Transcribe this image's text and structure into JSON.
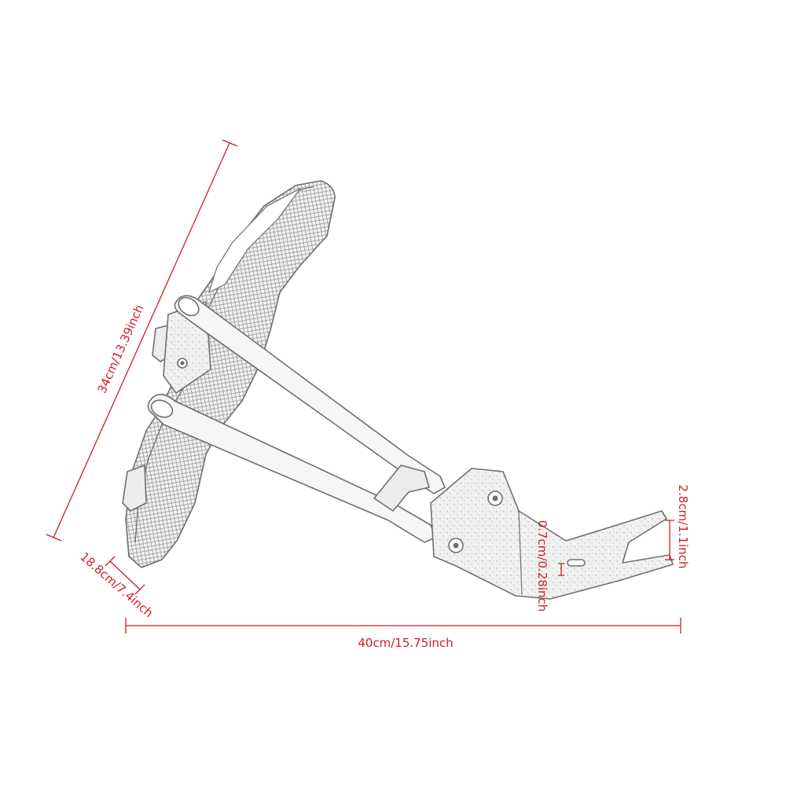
{
  "dimensions": {
    "height": "34cm/13.39inch",
    "width": "40cm/15.75inch",
    "depth": "18.8cm/7.4inch",
    "slot_width": "2.8cm/1.1inch",
    "hole_size": "0.7cm/0.28inch"
  },
  "colors": {
    "dimension": "#cc1f2a",
    "sketch": "#6f6f6f",
    "background": "#ffffff"
  }
}
